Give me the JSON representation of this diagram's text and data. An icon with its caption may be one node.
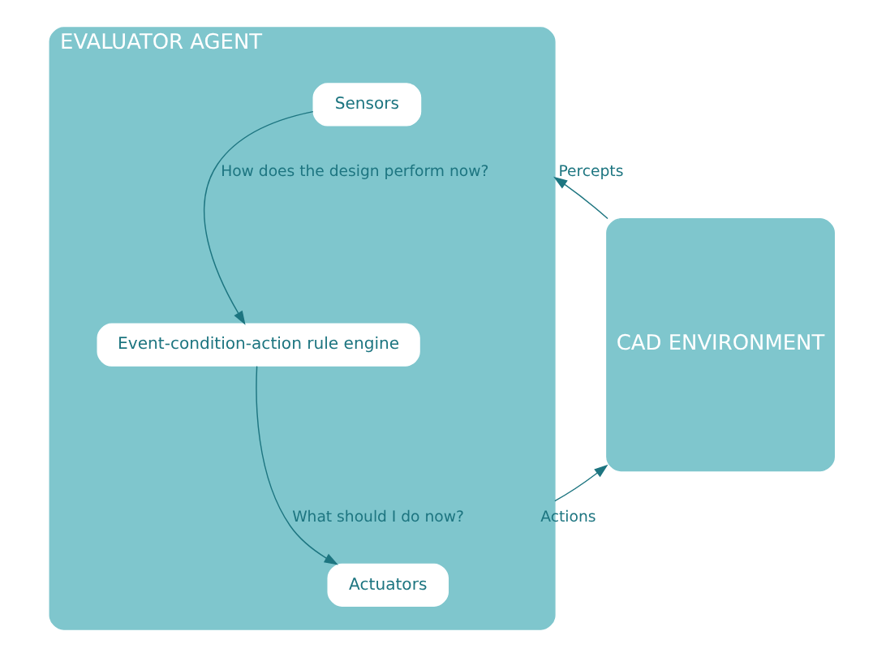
{
  "diagram": {
    "nodes": [
      {
        "text": [
          "EVALUATOR AGENT"
        ]
      },
      {
        "text": [
          "Sensors"
        ],
        "in": 0
      },
      {
        "text": [
          "Event-condition-action rule engine"
        ],
        "in": 0
      },
      {
        "text": [
          "Actuators"
        ],
        "in": 0
      },
      {
        "text": [
          "CAD ENVIRONMENT"
        ]
      }
    ],
    "edges": [
      {
        "from": 1,
        "to": 2,
        "arrow": "to",
        "label": "How does the design perform now?"
      },
      {
        "from": 2,
        "to": 3,
        "arrow": "to",
        "label": "What should I do now?"
      },
      {
        "from": 4,
        "to": 0,
        "arrow": "to",
        "label": "Percepts"
      },
      {
        "from": 0,
        "to": 4,
        "arrow": "to",
        "label": "Actions"
      }
    ]
  }
}
